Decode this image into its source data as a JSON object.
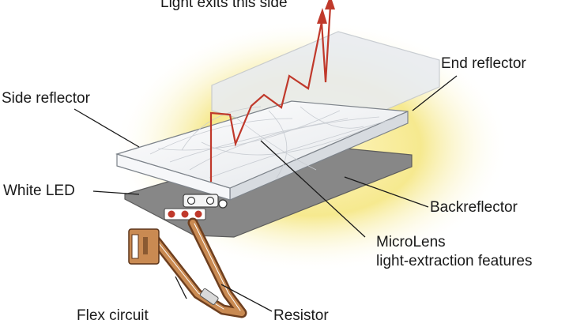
{
  "labels": {
    "light_exits": "Light exits this side",
    "end_reflector": "End reflector",
    "side_reflector": "Side reflector",
    "white_led": "White LED",
    "backreflector": "Backreflector",
    "microlens_line1": "MicroLens",
    "microlens_line2": "light-extraction features",
    "flex_circuit": "Flex circuit",
    "resistor": "Resistor"
  },
  "colors": {
    "light_ray": "#c0392b",
    "glow": "#f3e27a",
    "backreflector": "#878787",
    "reflector": "#e9ecf0"
  }
}
